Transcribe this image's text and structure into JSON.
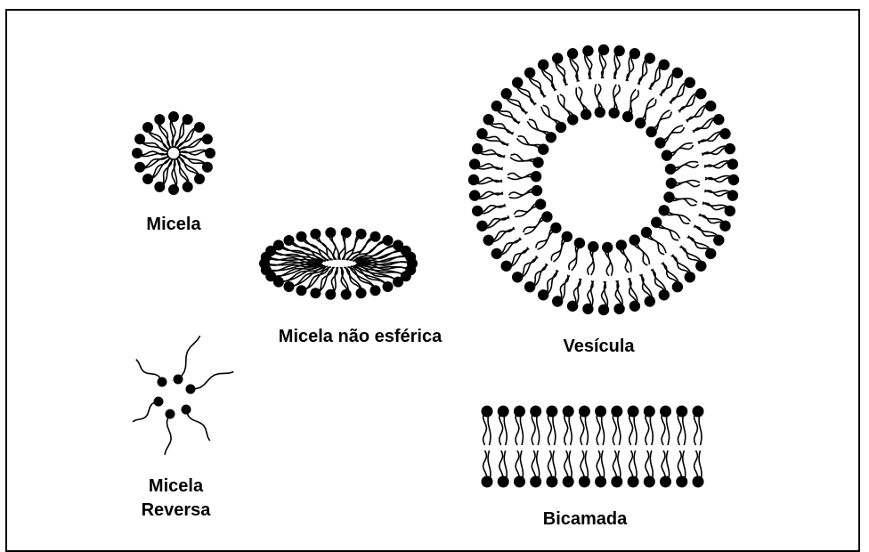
{
  "figure": {
    "labels": {
      "micela": "Micela",
      "micela_nao_esferica": "Micela não esférica",
      "vesicula": "Vesícula",
      "micela_reversa_line1": "Micela",
      "micela_reversa_line2": "Reversa",
      "bicamada": "Bicamada"
    },
    "colors": {
      "ink": "#000000",
      "background": "#ffffff"
    }
  }
}
